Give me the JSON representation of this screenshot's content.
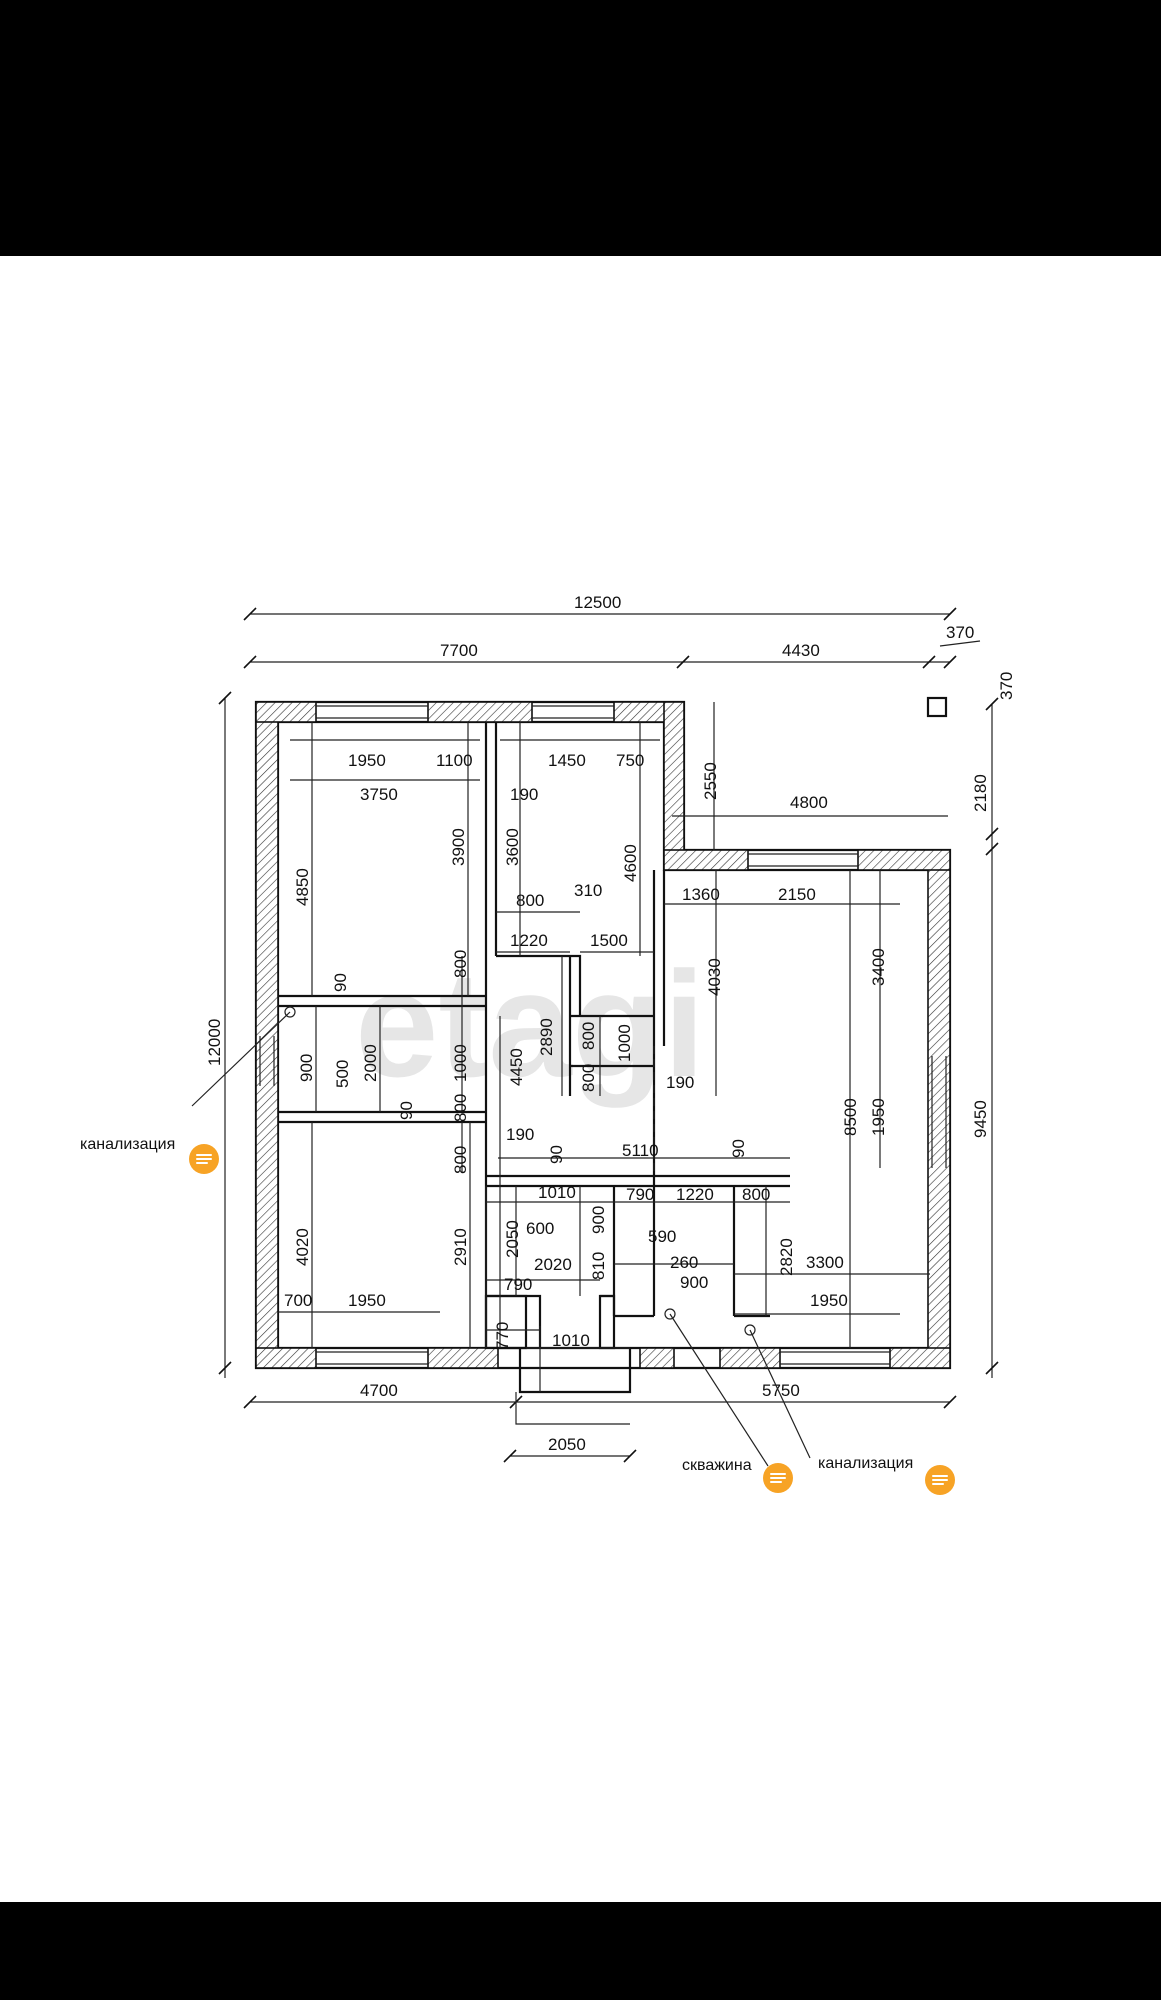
{
  "watermark": "etagi",
  "dimensions": {
    "d12500": "12500",
    "d7700": "7700",
    "d4430": "4430",
    "d370a": "370",
    "d370b": "370",
    "d1950a": "1950",
    "d1100": "1100",
    "d1450": "1450",
    "d750": "750",
    "d3750": "3750",
    "d190a": "190",
    "d2550": "2550",
    "d4800": "4800",
    "d2180": "2180",
    "d4850": "4850",
    "d3900": "3900",
    "d3600": "3600",
    "d4600": "4600",
    "d800a": "800",
    "d310": "310",
    "d1360": "1360",
    "d2150": "2150",
    "d1220a": "1220",
    "d1500": "1500",
    "d4030": "4030",
    "d3400": "3400",
    "d90a": "90",
    "d800b": "800",
    "d2890": "2890",
    "d800c": "800",
    "d1000a": "1000",
    "d12000": "12000",
    "d900a": "900",
    "d500": "500",
    "d2000": "2000",
    "d1000b": "1000",
    "d4450": "4450",
    "d800d": "800",
    "d190b": "190",
    "d8500": "8500",
    "d1950b": "1950",
    "d9450": "9450",
    "d90b": "90",
    "d800e": "800",
    "d190c": "190",
    "d90c": "90",
    "d5110": "5110",
    "d90d": "90",
    "d800f": "800",
    "d1010a": "1010",
    "d790a": "790",
    "d1220b": "1220",
    "d800g": "800",
    "d4020": "4020",
    "d2910": "2910",
    "d2050a": "2050",
    "d600": "600",
    "d900b": "900",
    "d590": "590",
    "d2020": "2020",
    "d810": "810",
    "d260": "260",
    "d2820": "2820",
    "d3300": "3300",
    "d790b": "790",
    "d900c": "900",
    "d700": "700",
    "d1950c": "1950",
    "d1950d": "1950",
    "d770": "770",
    "d1010b": "1010",
    "d4700": "4700",
    "d5750": "5750",
    "d2050b": "2050"
  },
  "annotations": {
    "sewer_left": "канализация",
    "well": "скважина",
    "sewer_right": "канализация"
  },
  "colors": {
    "comment_badge": "#f7a325",
    "top_bar": "#000000",
    "page": "#ffffff"
  },
  "icons": {
    "comment": "comment-icon"
  }
}
